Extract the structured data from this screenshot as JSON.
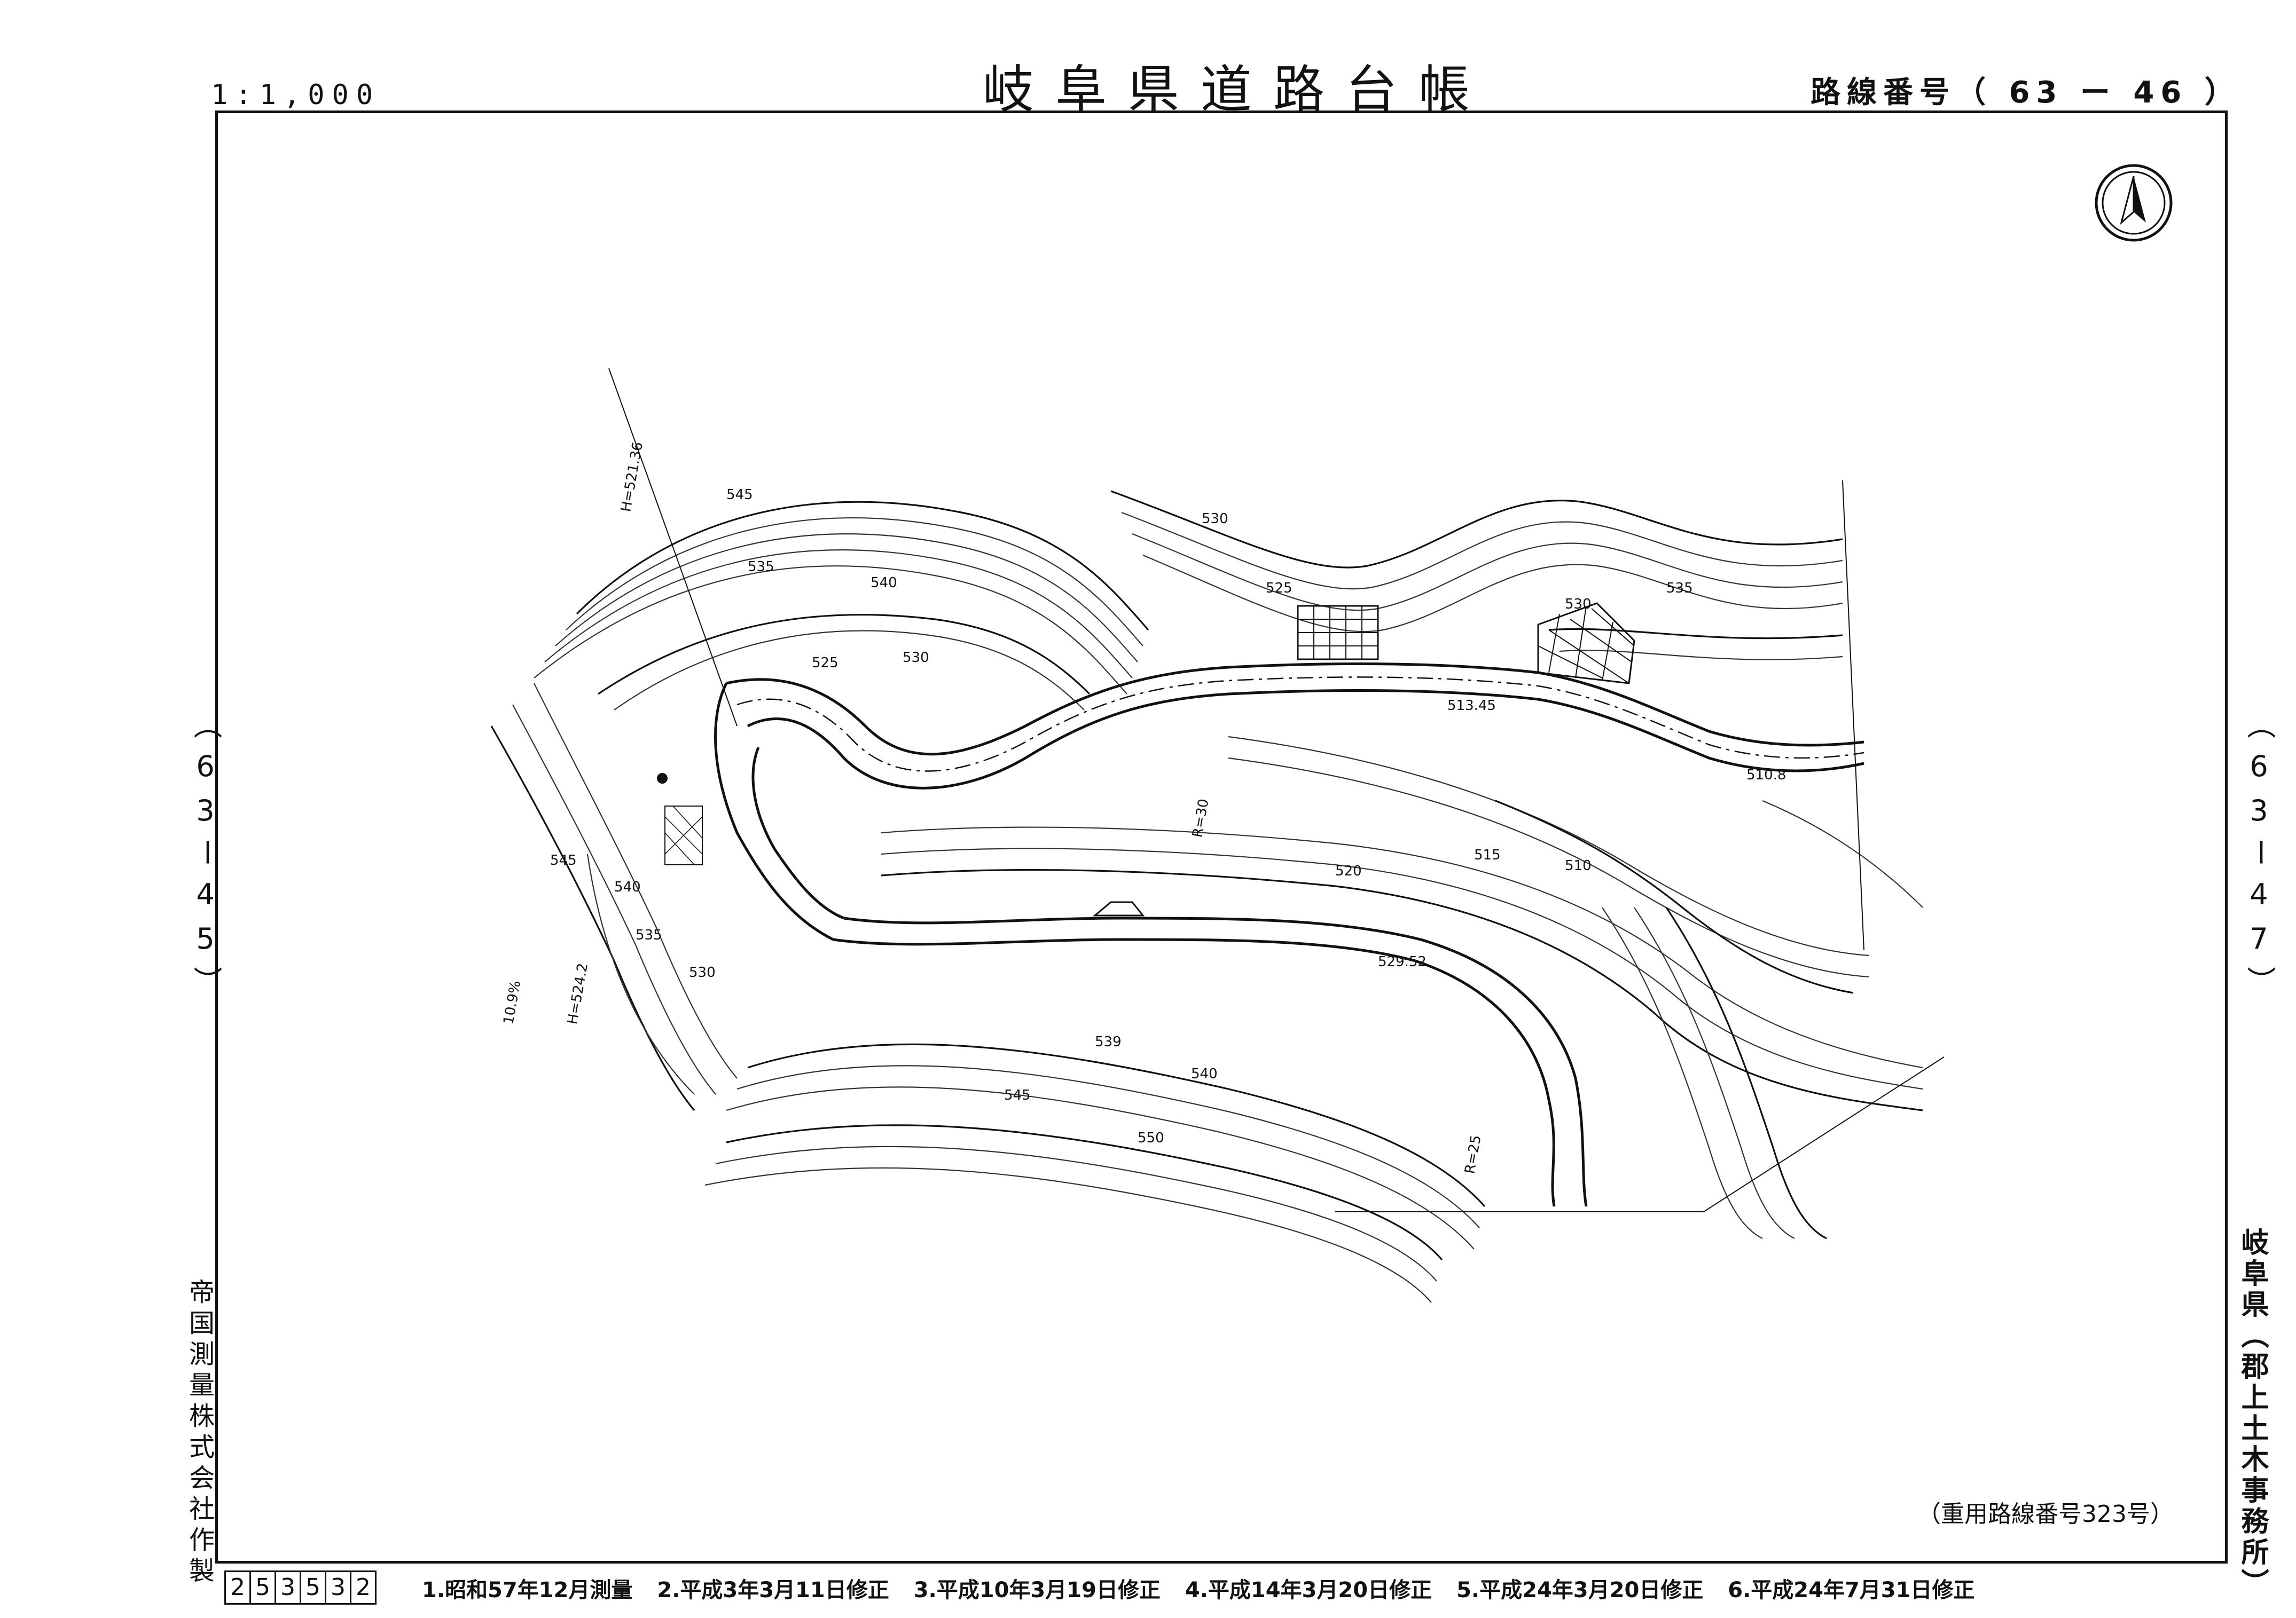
{
  "header": {
    "scale": "1:1,000",
    "title": "岐阜県道路台帳",
    "route_number": "路線番号（ 63 ー 46 ）"
  },
  "sides": {
    "left_adjacent": "（63ー45）",
    "right_adjacent": "（63ー47）",
    "company": "帝国測量株式会社作製",
    "office": "岐阜県（郡上土木事務所）"
  },
  "note": "（重用路線番号323号）",
  "footer": {
    "sheet_code": [
      "2",
      "5",
      "3",
      "5",
      "3",
      "2"
    ],
    "revisions": [
      "1.昭和57年12月測量",
      "2.平成3年3月11日修正",
      "3.平成10年3月19日修正",
      "4.平成14年3月20日修正",
      "5.平成24年3月20日修正",
      "6.平成24年7月31日修正"
    ]
  },
  "map": {
    "contours": [
      "545",
      "535",
      "540",
      "525",
      "530",
      "530",
      "525",
      "530",
      "535",
      "545",
      "540",
      "535",
      "530",
      "520",
      "515",
      "510",
      "539",
      "540",
      "545",
      "550"
    ],
    "labels": {
      "h1": "H=521.36",
      "h2": "H=524.2",
      "grade": "10.9%",
      "r30": "R=30",
      "r25": "R=25",
      "elev1": "513.45",
      "elev2": "510.8",
      "elev3": "529.52"
    }
  },
  "colors": {
    "ink": "#111111",
    "paper": "#ffffff"
  }
}
